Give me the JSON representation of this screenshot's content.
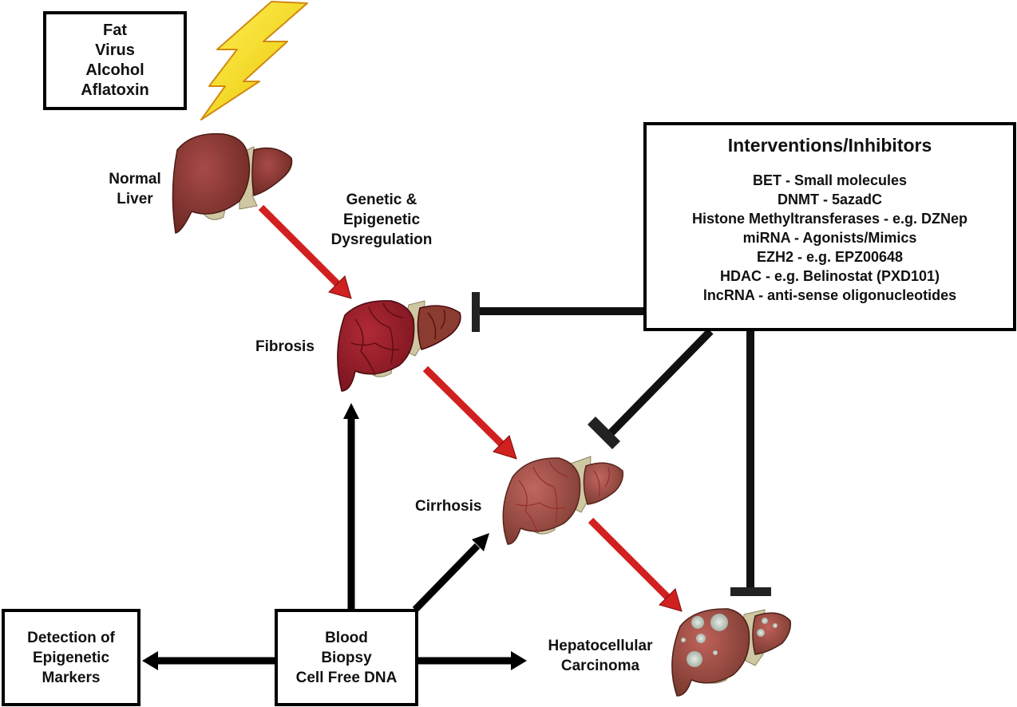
{
  "risk_factors": {
    "items": [
      "Fat",
      "Virus",
      "Alcohol",
      "Aflatoxin"
    ],
    "icon": "lightning-bolt-icon"
  },
  "stages": {
    "normal": {
      "label_line1": "Normal",
      "label_line2": "Liver"
    },
    "transition": {
      "line1": "Genetic &",
      "line2": "Epigenetic",
      "line3": "Dysregulation"
    },
    "fibrosis": {
      "label": "Fibrosis"
    },
    "cirrhosis": {
      "label": "Cirrhosis"
    },
    "hcc": {
      "label_line1": "Hepatocellular",
      "label_line2": "Carcinoma"
    }
  },
  "interventions": {
    "title": "Interventions/Inhibitors",
    "items": [
      "BET - Small molecules",
      "DNMT - 5azadC",
      "Histone Methyltransferases - e.g. DZNep",
      "miRNA - Agonists/Mimics",
      "EZH2 - e.g. EPZ00648",
      "HDAC - e.g. Belinostat (PXD101)",
      "lncRNA - anti-sense oligonucleotides"
    ]
  },
  "blood_biopsy": {
    "line1": "Blood",
    "line2": "Biopsy",
    "line3": "Cell Free DNA"
  },
  "detection": {
    "line1": "Detection of",
    "line2": "Epigenetic",
    "line3": "Markers"
  },
  "colors": {
    "progression_arrow": "#d0201f",
    "inhibitor": "#1a1a1a",
    "liver_normal": "#8e3a34",
    "liver_fibrosis": "#9c1f2a",
    "liver_cirrhosis": "#a45349",
    "liver_hcc": "#9c4a42",
    "lightning": "#f5d90a"
  }
}
